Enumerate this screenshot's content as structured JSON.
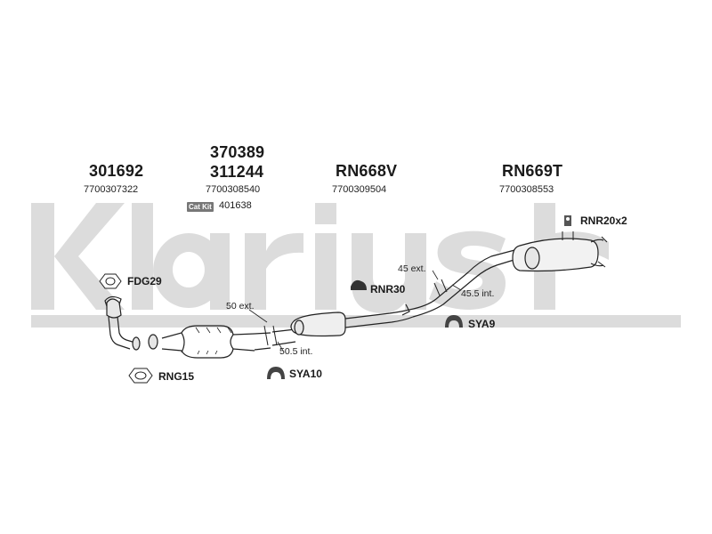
{
  "watermark": "Klarius",
  "parts": {
    "front_pipe": {
      "number": "301692",
      "oem": "7700307322"
    },
    "cat_alt": {
      "number": "370389"
    },
    "catalyst": {
      "number": "311244",
      "oem": "7700308540",
      "kit_badge": "Cat Kit",
      "kit_number": "401638"
    },
    "middle": {
      "number": "RN668V",
      "oem": "7700309504"
    },
    "rear": {
      "number": "RN669T",
      "oem": "7700308553"
    }
  },
  "fittings": {
    "fdg29": "FDG29",
    "rng15": "RNG15",
    "rnr30": "RNR30",
    "sya10": "SYA10",
    "sya9": "SYA9",
    "rnr20x2": "RNR20x2"
  },
  "dimensions": {
    "ext50": "50 ext.",
    "int50_5": "50.5 int.",
    "ext45": "45 ext.",
    "int45_5": "45.5 int."
  }
}
